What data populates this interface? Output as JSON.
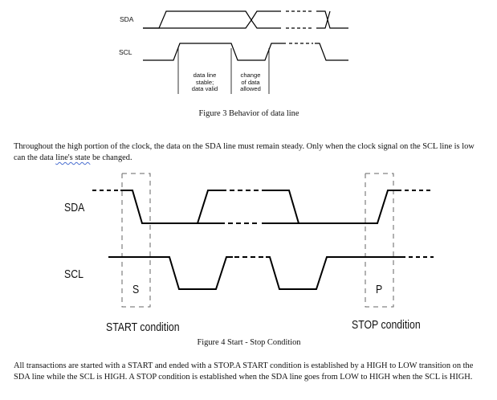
{
  "figure3": {
    "signal_sda": "SDA",
    "signal_scl": "SCL",
    "annotation_stable_lines": [
      "data line",
      "stable;",
      "data valid"
    ],
    "annotation_change_lines": [
      "change",
      "of data",
      "allowed"
    ],
    "caption": "Figure 3 Behavior of data line"
  },
  "paragraph1": {
    "before": "Throughout the high portion of the clock, the data on the SDA line must remain steady. Only when the clock signal on the SCL line is low can the data ",
    "squiggle": "line's state",
    "after": " be changed."
  },
  "figure4": {
    "signal_sda": "SDA",
    "signal_scl": "SCL",
    "start_letter": "S",
    "stop_letter": "P",
    "start_label": "START condition",
    "stop_label": "STOP condition",
    "caption": "Figure 4 Start - Stop Condition"
  },
  "paragraph2": {
    "text": "All transactions are started with a START and ended with a STOP.A START condition is established by a HIGH to LOW transition on the SDA line while the SCL is HIGH. A STOP condition is established when the SDA line goes from LOW to HIGH when the SCL is HIGH."
  },
  "colors": {
    "line": "#000000",
    "dashed_box": "#666666",
    "squiggle": "#4a6fd0"
  }
}
